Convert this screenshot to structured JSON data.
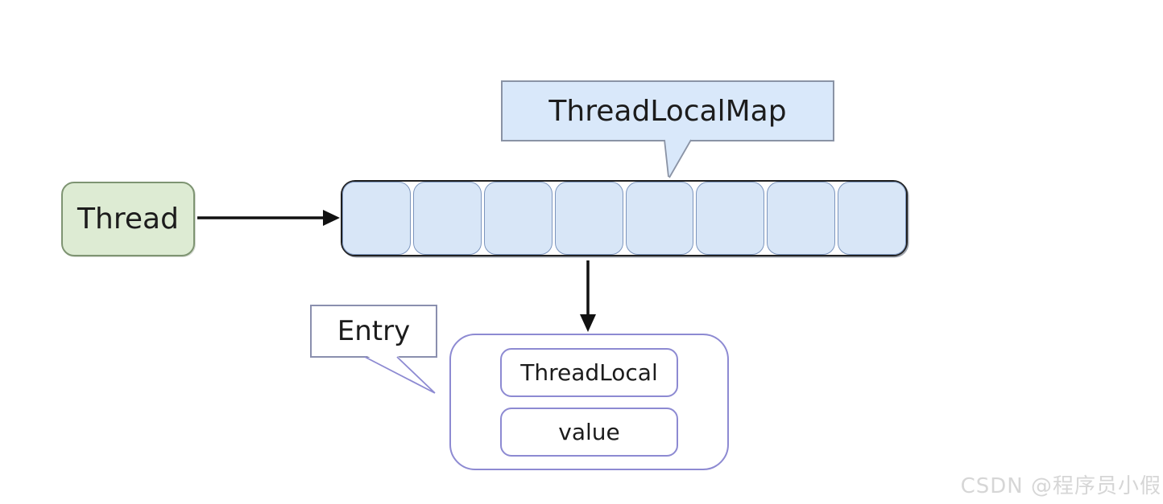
{
  "diagram": {
    "nodes": {
      "thread": {
        "label": "Thread"
      },
      "threadlocalmap": {
        "label": "ThreadLocalMap",
        "cell_count": 8
      },
      "entry": {
        "label": "Entry",
        "fields": [
          "ThreadLocal",
          "value"
        ]
      }
    },
    "edges": [
      {
        "from": "thread",
        "to": "threadlocalmap-array",
        "direction": "right"
      },
      {
        "from": "threadlocalmap-array",
        "to": "entry",
        "direction": "down"
      }
    ]
  },
  "watermark": "CSDN @程序员小假",
  "colors": {
    "thread_fill": "#ddebd3",
    "thread_border": "#7e9472",
    "array_cell_fill": "#d8e6f7",
    "array_cell_border": "#7c95bd",
    "array_outline": "#1f1f1f",
    "callout_fill": "#d9e8fa",
    "callout_border": "#8a93a5",
    "callout2_border": "#8a8fae",
    "entry_border": "#8d8ad2",
    "arrow": "#111111",
    "watermark": "#d6d6d6"
  }
}
